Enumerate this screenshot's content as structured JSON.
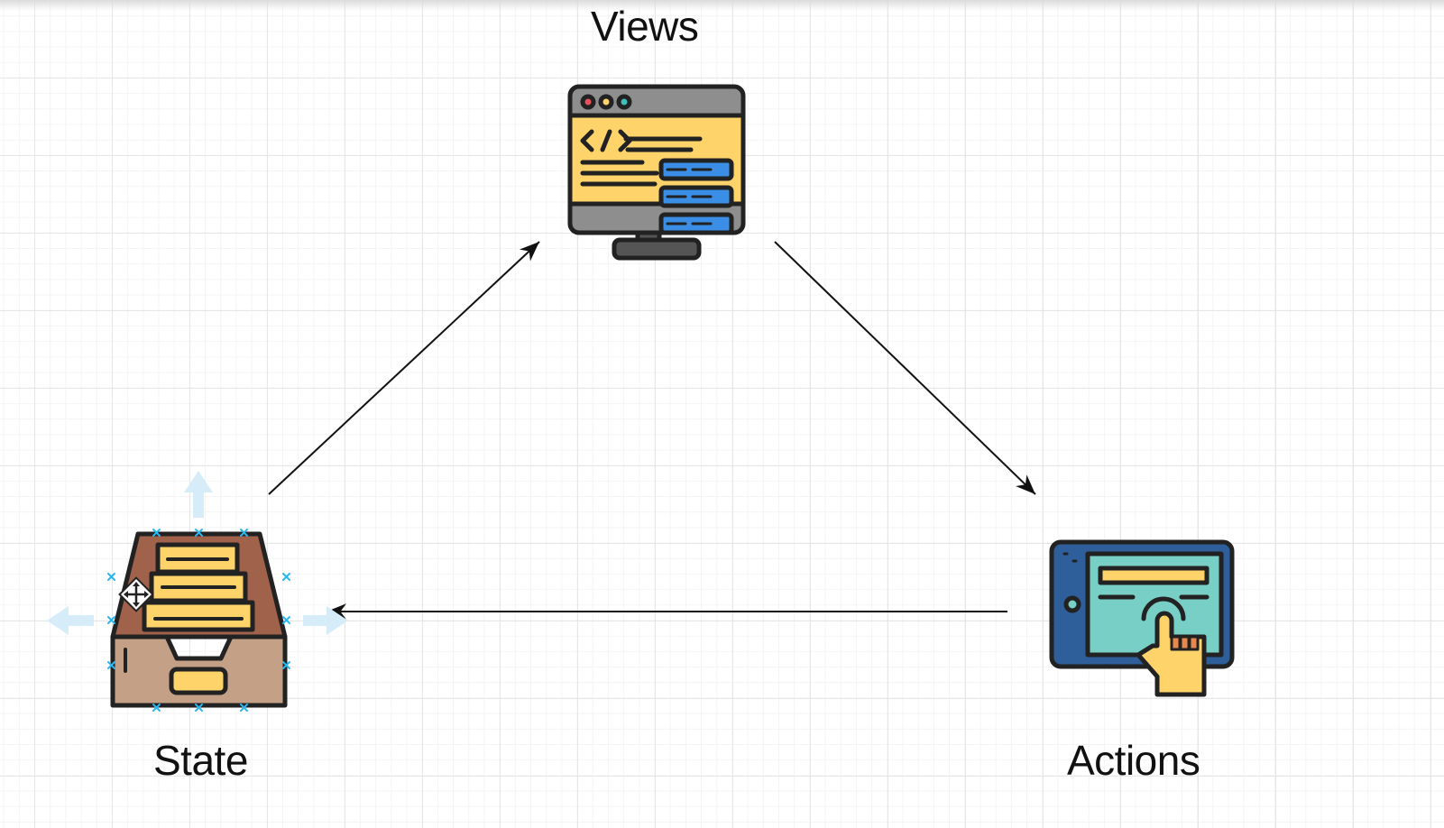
{
  "diagram": {
    "nodes": {
      "views": {
        "label": "Views",
        "icon": "code-monitor-database-icon"
      },
      "actions": {
        "label": "Actions",
        "icon": "tablet-touch-icon"
      },
      "state": {
        "label": "State",
        "icon": "card-file-drawer-icon",
        "selected": true
      }
    },
    "edges": [
      {
        "from": "state",
        "to": "views"
      },
      {
        "from": "views",
        "to": "actions"
      },
      {
        "from": "actions",
        "to": "state"
      }
    ]
  },
  "colors": {
    "grid_major": "#e6e6e6",
    "grid_minor": "#f4f4f4",
    "selection": "#29b6f2",
    "arrow": "#111111"
  }
}
